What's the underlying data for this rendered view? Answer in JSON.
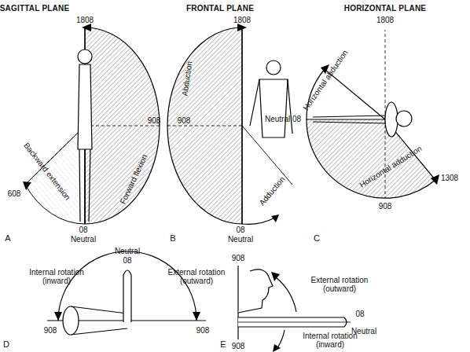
{
  "diagram": {
    "labels": [
      "SAGITTAL PLANE",
      "1808",
      "908",
      "608",
      "Backward extension",
      "Forward flexion",
      "08",
      "Neutral",
      "A",
      "FRONTAL PLANE",
      "1808",
      "908",
      "Abduction",
      "Adduction",
      "08",
      "Neutral",
      "B",
      "HORIZONTAL PLANE",
      "1808",
      "Horizontal abduction",
      "Neutral 08",
      "Horizontal adduction",
      "1308",
      "908",
      "C",
      "Neutral",
      "08",
      "Internal rotation (inward)",
      "External rotation (outward)",
      "908",
      "908",
      "D",
      "908",
      "External rotation (outward)",
      "08",
      "Neutral",
      "Internal rotation (inward)",
      "908",
      "E"
    ]
  }
}
